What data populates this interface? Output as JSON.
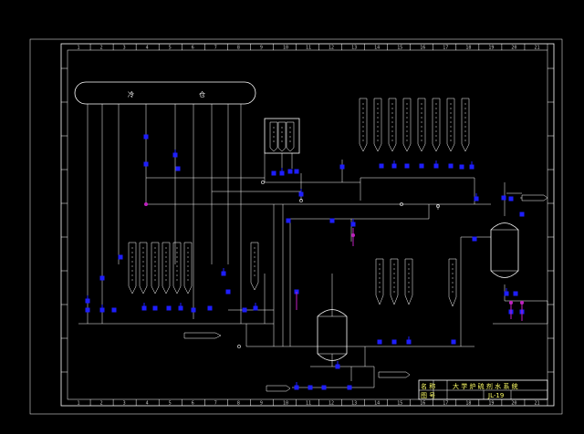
{
  "title_block": {
    "name_label": "名 称",
    "drawing_title": "大 学 炉 硫 剂 水 系 统",
    "number_label": "图 号",
    "drawing_number": "JL-19"
  },
  "tank": {
    "left_char": "冷",
    "right_char": "仓"
  },
  "grid_numbers": [
    "1",
    "2",
    "3",
    "4",
    "5",
    "6",
    "7",
    "8",
    "9",
    "10",
    "11",
    "12",
    "13",
    "14",
    "15",
    "16",
    "17",
    "18",
    "19",
    "20",
    "21"
  ],
  "colors": {
    "background": "#000000",
    "line": "#ffffff",
    "valve": "#1e1eff",
    "marker": "#c020c0"
  }
}
